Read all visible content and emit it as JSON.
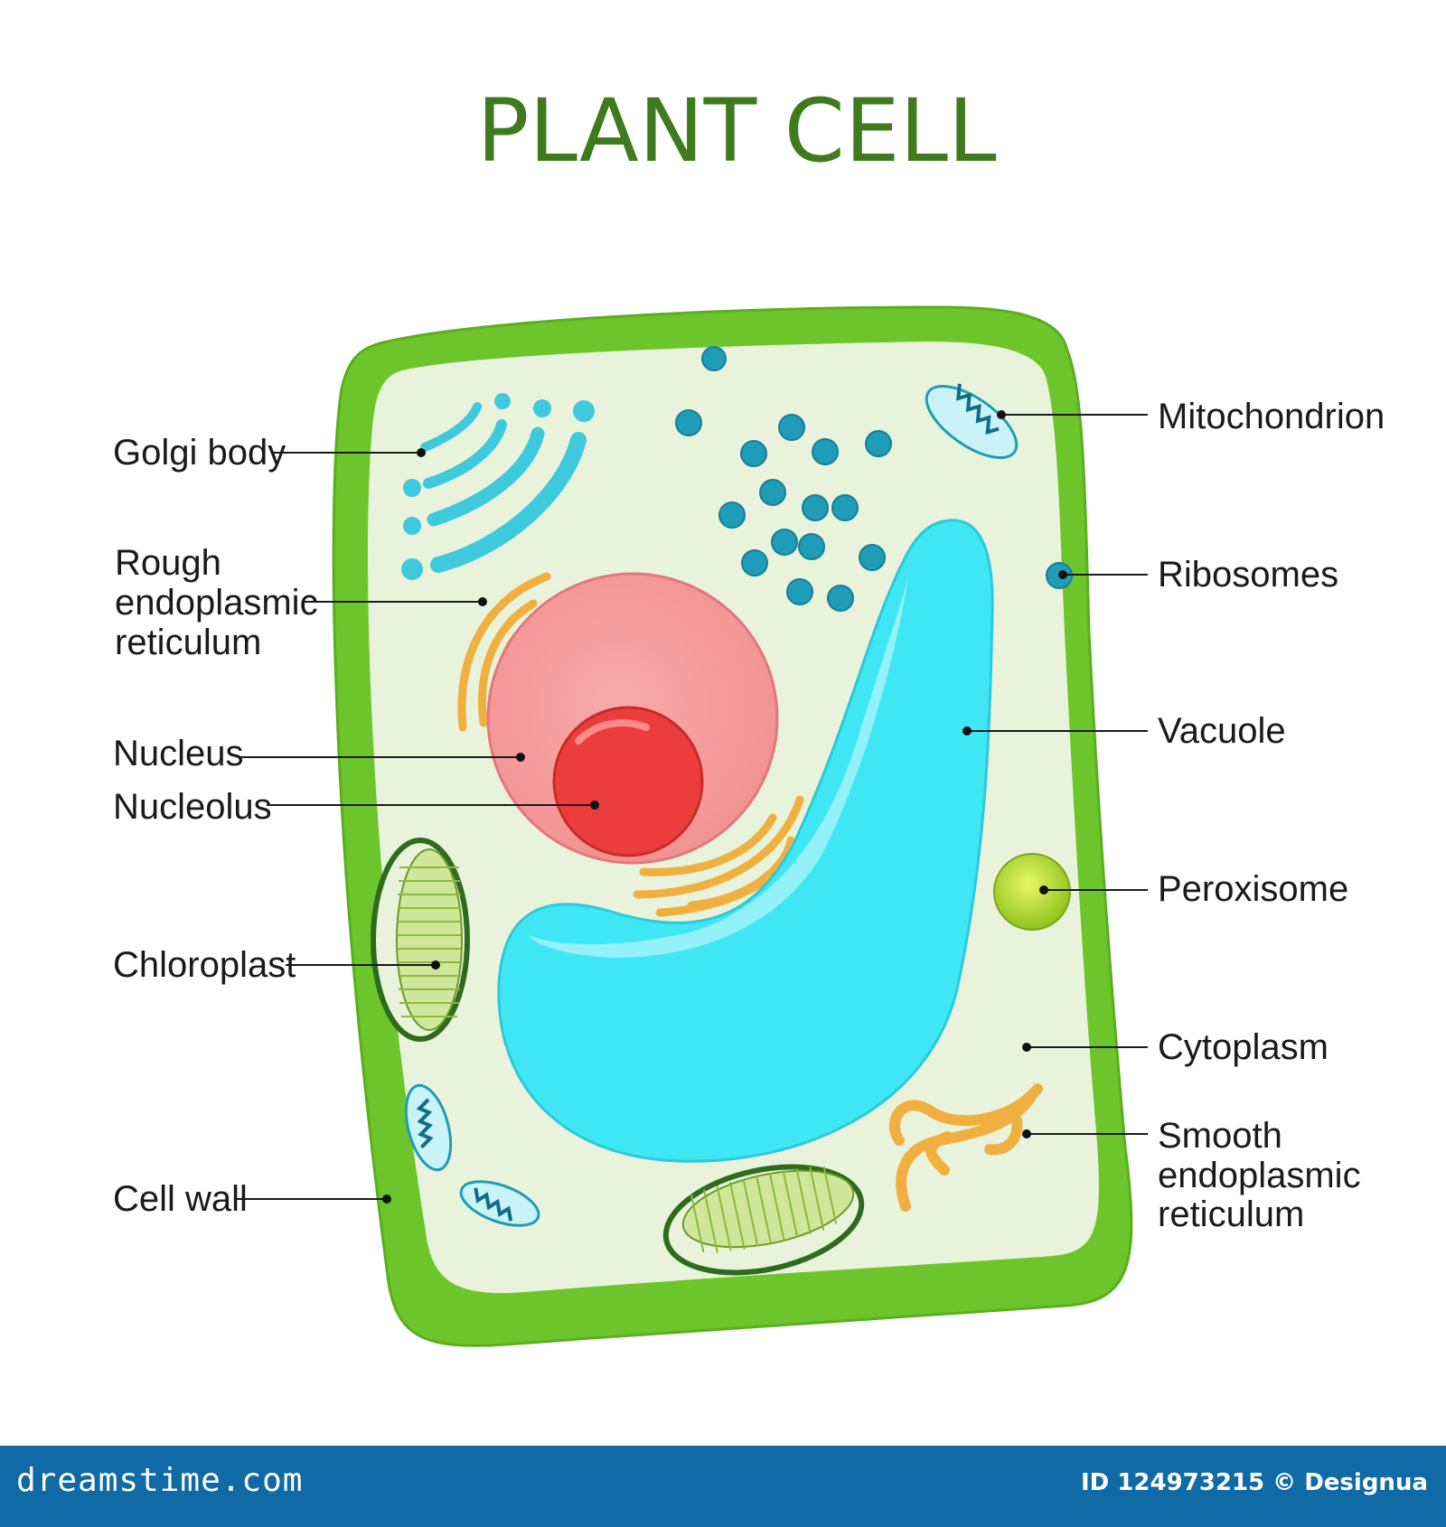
{
  "title": "PLANT CELL",
  "labels": {
    "golgi_body": "Golgi body",
    "rough_er": [
      "Rough",
      "endoplasmic",
      "reticulum"
    ],
    "nucleus": "Nucleus",
    "nucleolus": "Nucleolus",
    "chloroplast": "Chloroplast",
    "cell_wall": "Cell wall",
    "mitochondrion": "Mitochondrion",
    "ribosomes": "Ribosomes",
    "vacuole": "Vacuole",
    "peroxisome": "Peroxisome",
    "cytoplasm": "Cytoplasm",
    "smooth_er": [
      "Smooth",
      "endoplasmic",
      "reticulum"
    ]
  },
  "footer": {
    "brand": "dreamstime.com",
    "credit": "ID 124973215 © Designua"
  },
  "colors": {
    "title": "#3f7a1e",
    "cell_wall": "#6cc52b",
    "cytoplasm": "#e9f3dc",
    "nucleus": "#f6a0a0",
    "nucleolus": "#ec3d3d",
    "vacuole": "#3fe6f4",
    "golgi": "#3ec9dc",
    "ribosome": "#1e9cb8",
    "er": "#f0b040",
    "chloroplast": "#cfe79a",
    "peroxisome": "#a9d31c",
    "footer": "#0f6aa6"
  }
}
